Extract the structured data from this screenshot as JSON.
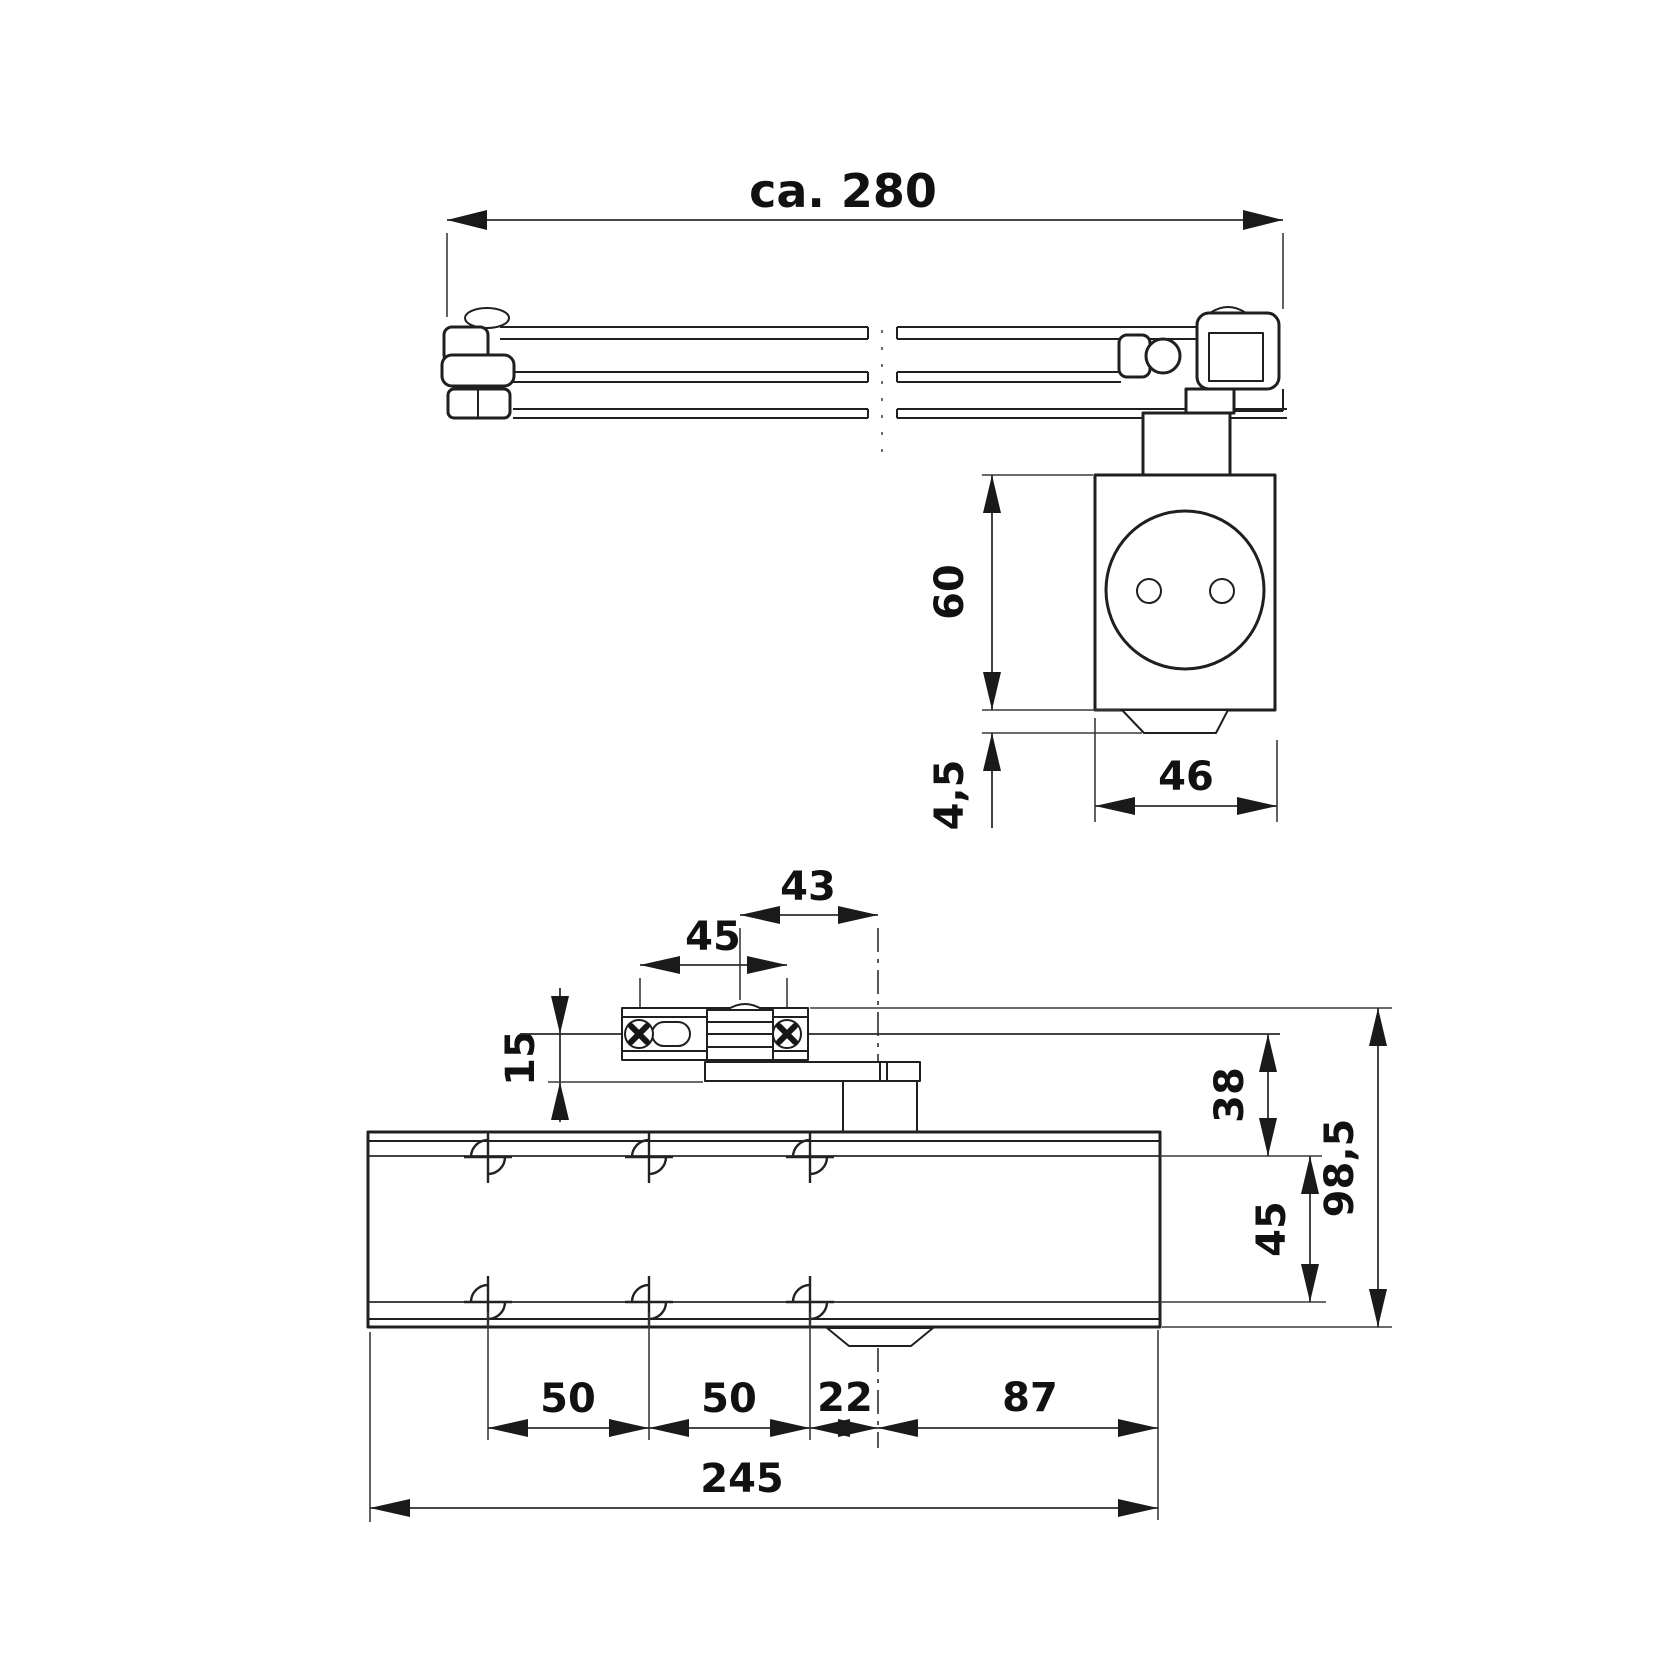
{
  "drawing": {
    "description": "Door closer dimensional drawing with overhead arm, two orthographic views",
    "units": "mm",
    "colors": {
      "line": "#1f1f1f",
      "dim_line": "#2e2e2e",
      "text": "#111111",
      "background": "#ffffff"
    },
    "views": {
      "side_view": {
        "title": "side-view-arm-and-body",
        "dims": {
          "arm_length": "ca. 280",
          "body_height": "60",
          "cap_height": "4,5",
          "body_width": "46"
        }
      },
      "front_view": {
        "title": "front-view-body-on-door",
        "dims": {
          "pivot_to_spindle": "43",
          "bracket_screw_spacing": "45",
          "bracket_drop": "15",
          "screw_axis_to_top_row": "38",
          "overall_height": "98,5",
          "row_spacing": "45",
          "hole_pitch_a": "50",
          "hole_pitch_b": "50",
          "last_hole_to_spindle": "22",
          "spindle_to_end": "87",
          "body_length": "245"
        }
      }
    }
  }
}
